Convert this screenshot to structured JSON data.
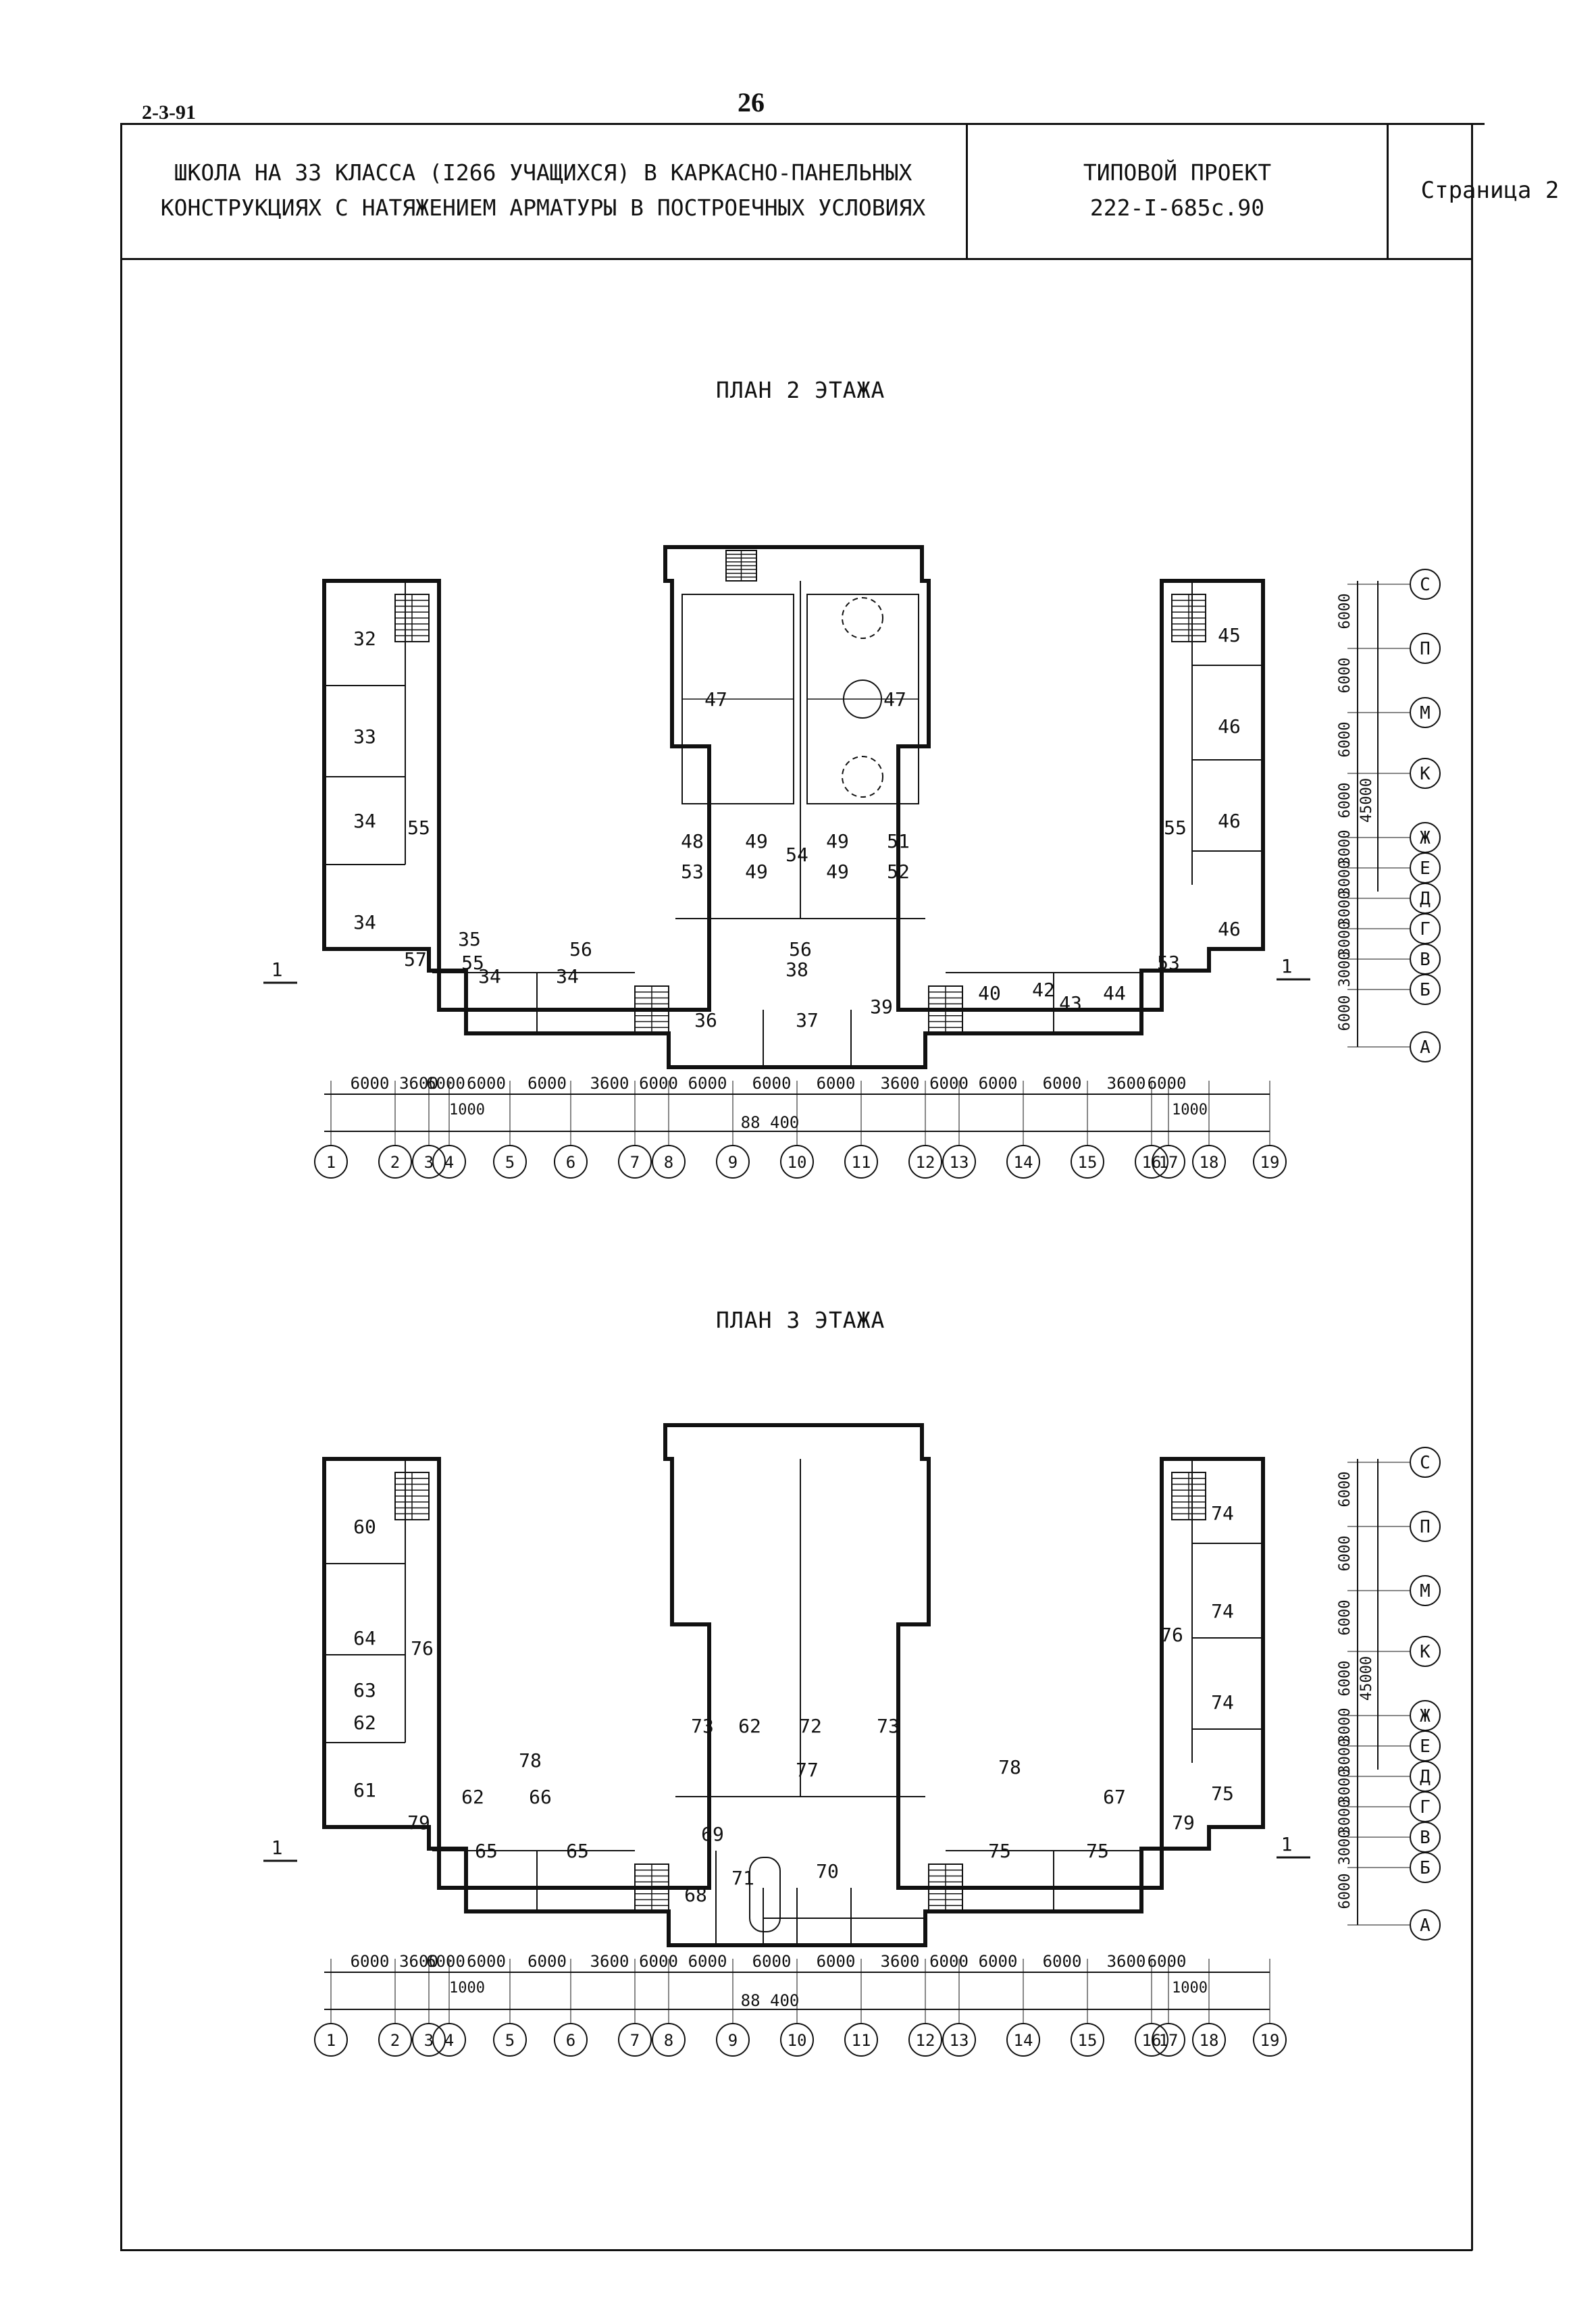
{
  "sheet": {
    "code": "2-3-91",
    "page_number": "26"
  },
  "stamp": {
    "title_line1": "ШКОЛА НА 33 КЛАССА (I266 УЧАЩИХСЯ) В КАРКАСНО-ПАНЕЛЬНЫХ",
    "title_line2": "КОНСТРУКЦИЯХ С НАТЯЖЕНИЕМ АРМАТУРЫ В ПОСТРОЕЧНЫХ УСЛОВИЯХ",
    "project_line1": "ТИПОВОЙ ПРОЕКТ",
    "project_line2": "222-I-685с.90",
    "page_label": "Страница 2"
  },
  "plan2": {
    "title": "ПЛАН 2 ЭТАЖА",
    "rooms": [
      "32",
      "33",
      "34",
      "34",
      "34",
      "34",
      "35",
      "55",
      "55",
      "57",
      "56",
      "56",
      "47",
      "47",
      "48",
      "49",
      "49",
      "53",
      "54",
      "49",
      "49",
      "51",
      "52",
      "36",
      "37",
      "38",
      "39",
      "40",
      "42",
      "43",
      "44",
      "45",
      "46",
      "46",
      "46",
      "53",
      "55"
    ],
    "section_mark": "1"
  },
  "plan3": {
    "title": "ПЛАН 3 ЭТАЖА",
    "rooms": [
      "60",
      "64",
      "63",
      "62",
      "61",
      "76",
      "78",
      "62",
      "66",
      "79",
      "65",
      "65",
      "73",
      "62",
      "72",
      "73",
      "77",
      "69",
      "71",
      "68",
      "70",
      "78",
      "67",
      "79",
      "75",
      "75",
      "75",
      "74",
      "74",
      "74",
      "76"
    ],
    "section_mark": "1"
  },
  "grid": {
    "axes_letters": [
      "С",
      "П",
      "М",
      "К",
      "Ж",
      "Е",
      "Д",
      "Г",
      "В",
      "Б",
      "А"
    ],
    "axes_numbers": [
      "1",
      "2",
      "3",
      "4",
      "5",
      "6",
      "7",
      "8",
      "9",
      "10",
      "11",
      "12",
      "13",
      "14",
      "15",
      "16",
      "17",
      "18",
      "19"
    ],
    "dims_horizontal": [
      "6000",
      "3600",
      "6000",
      "6000",
      "6000",
      "3600",
      "6000",
      "6000",
      "6000",
      "6000",
      "3600",
      "6000",
      "6000",
      "6000",
      "3600",
      "6000"
    ],
    "dims_horizontal_sub_left": "1000",
    "dims_horizontal_sub_right": "1000",
    "overall_horizontal": "88 400",
    "dims_vertical": [
      "6000",
      "6000",
      "6000",
      "6000",
      "3000",
      "3000",
      "3000",
      "3000",
      "3000",
      "6000"
    ],
    "overall_vertical": "45000"
  }
}
